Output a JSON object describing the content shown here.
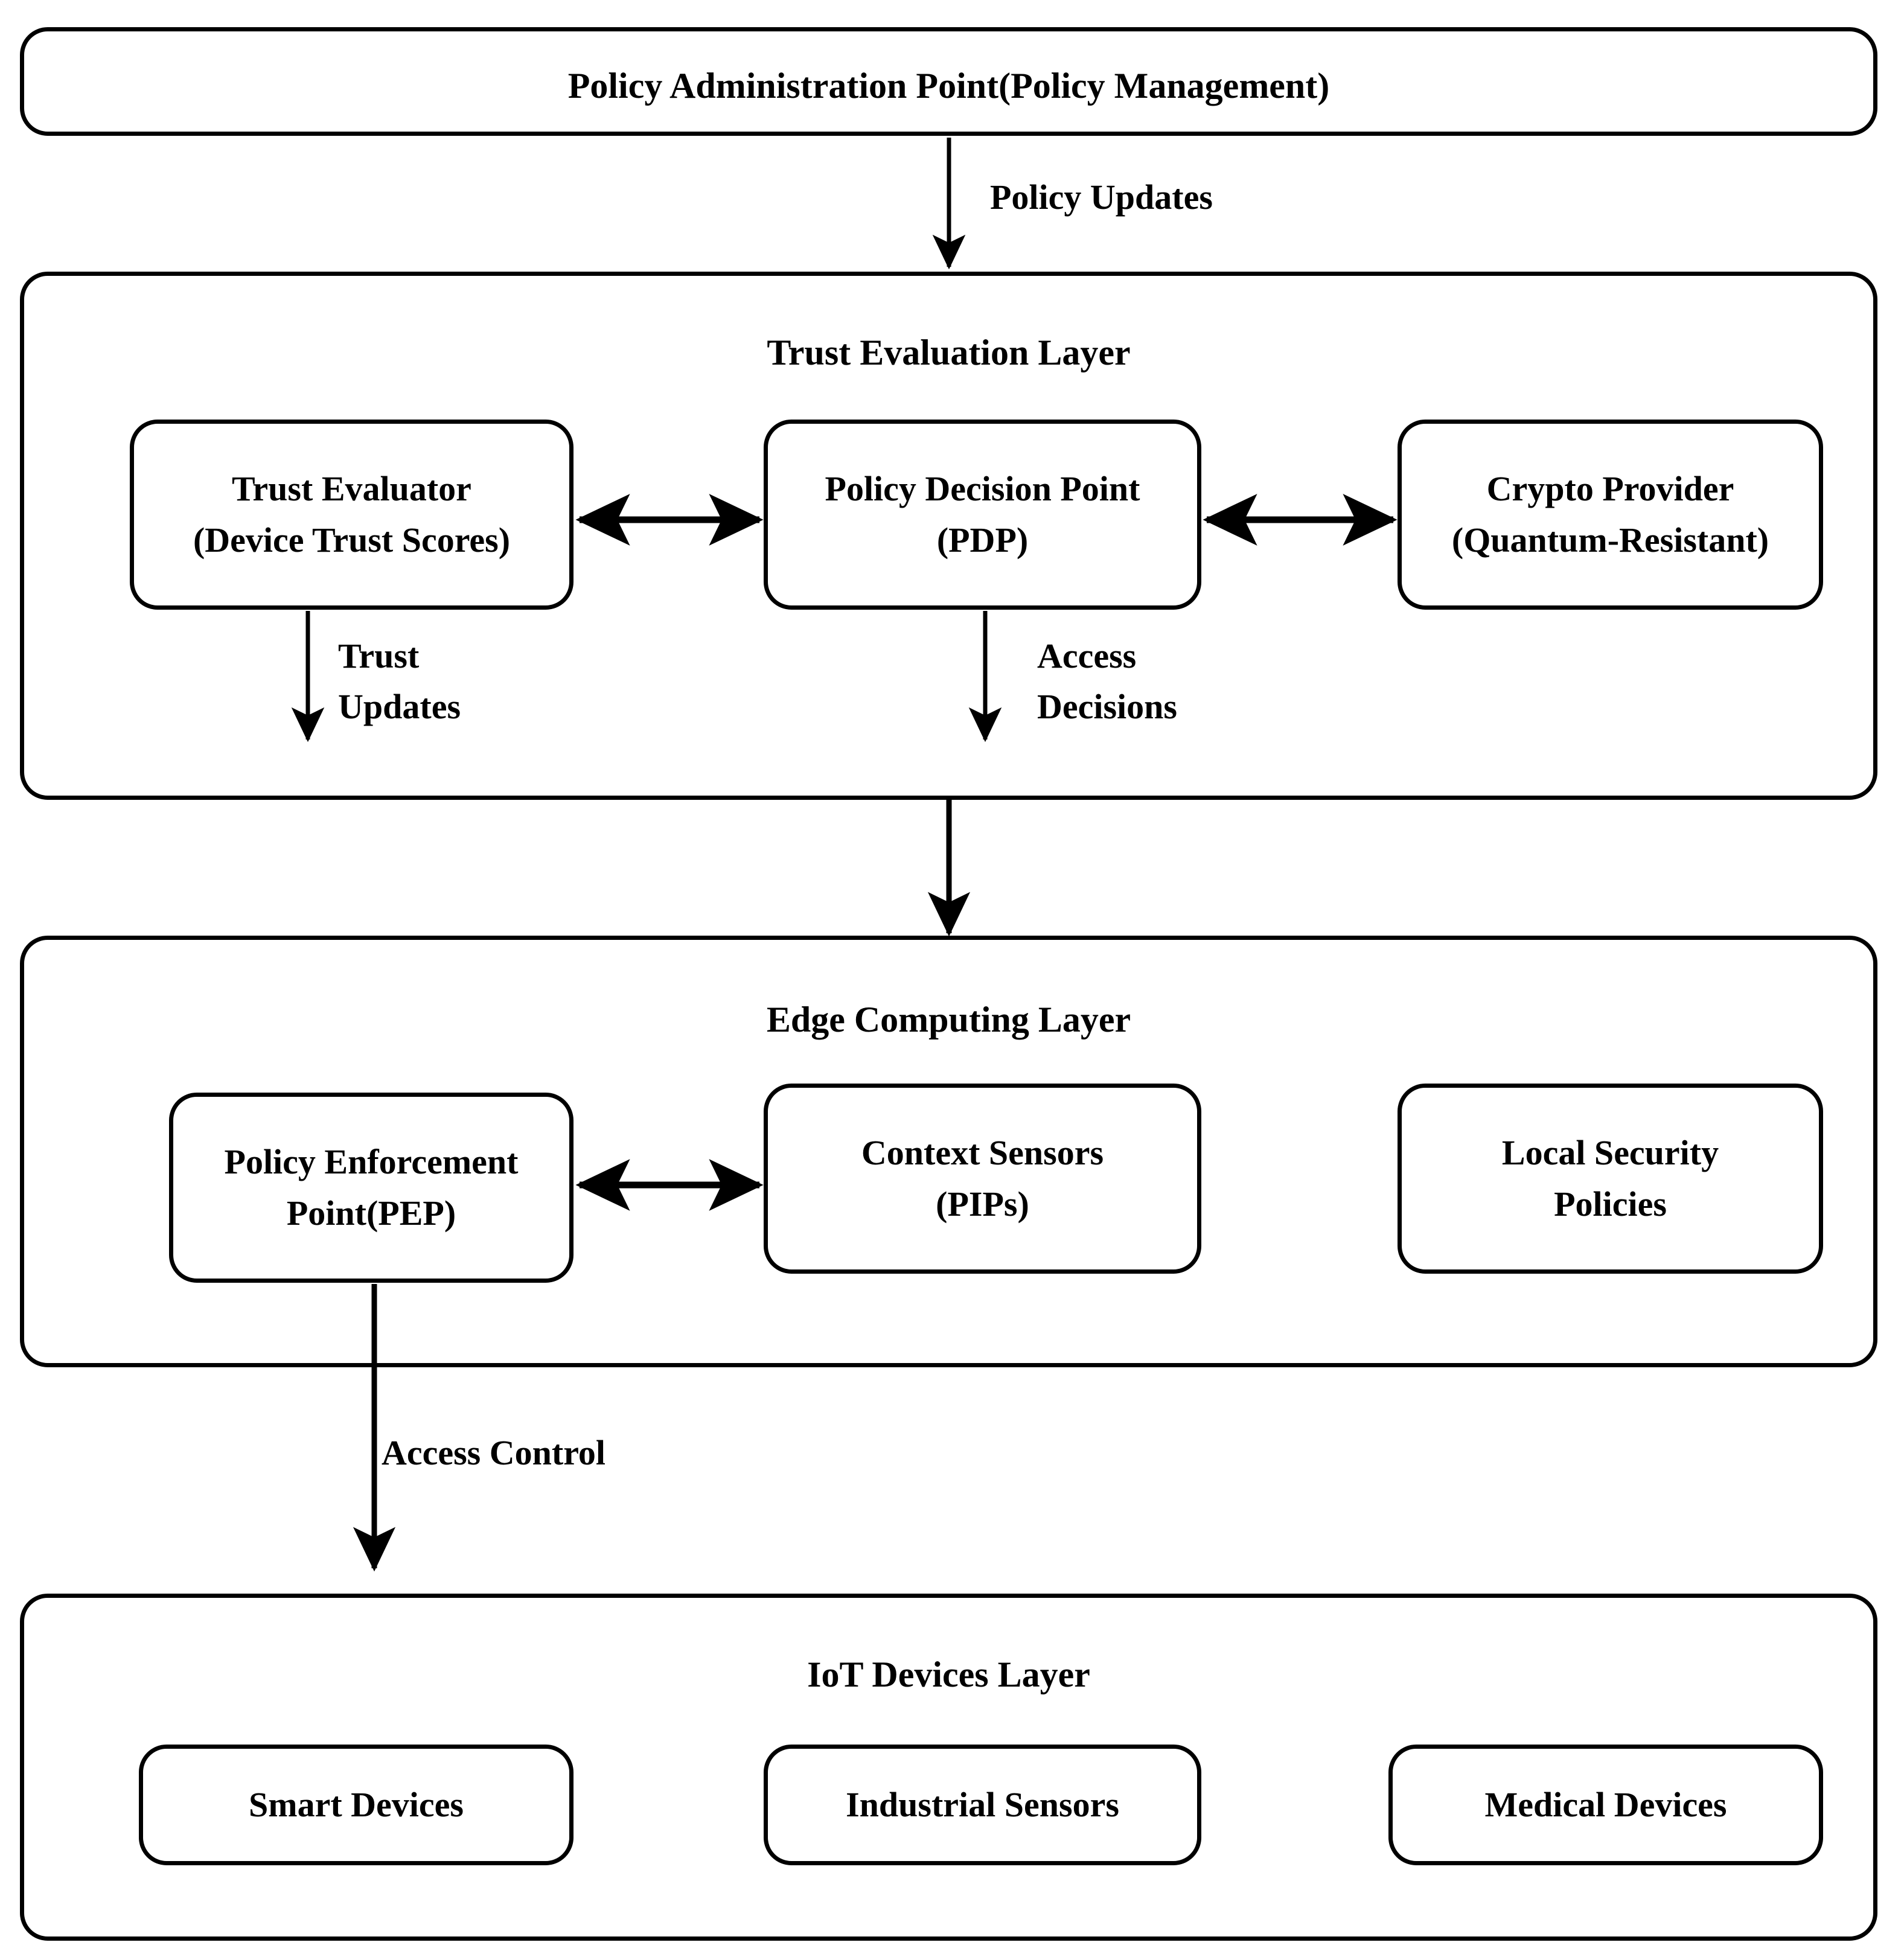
{
  "diagram": {
    "type": "layered-architecture-block-diagram",
    "background_color": "#ffffff",
    "line_color": "#000000"
  },
  "pap": {
    "title": "Policy Administration Point(Policy Management)"
  },
  "edges": {
    "policy_updates": "Policy Updates",
    "trust_updates_line1": "Trust",
    "trust_updates_line2": "Updates",
    "access_decisions_line1": "Access",
    "access_decisions_line2": "Decisions",
    "access_control": "Access Control"
  },
  "trust_layer": {
    "title": "Trust Evaluation Layer",
    "nodes": [
      {
        "line1": "Trust Evaluator",
        "line2": "(Device Trust Scores)"
      },
      {
        "line1": "Policy Decision Point",
        "line2": "(PDP)"
      },
      {
        "line1": "Crypto Provider",
        "line2": "(Quantum-Resistant)"
      }
    ]
  },
  "edge_layer": {
    "title": "Edge Computing Layer",
    "nodes": [
      {
        "line1": "Policy Enforcement",
        "line2": "Point(PEP)"
      },
      {
        "line1": "Context Sensors",
        "line2": "(PIPs)"
      },
      {
        "line1": "Local Security",
        "line2": "Policies"
      }
    ]
  },
  "iot_layer": {
    "title": "IoT Devices Layer",
    "nodes": [
      {
        "line1": "Smart Devices"
      },
      {
        "line1": "Industrial Sensors"
      },
      {
        "line1": "Medical Devices"
      }
    ]
  }
}
